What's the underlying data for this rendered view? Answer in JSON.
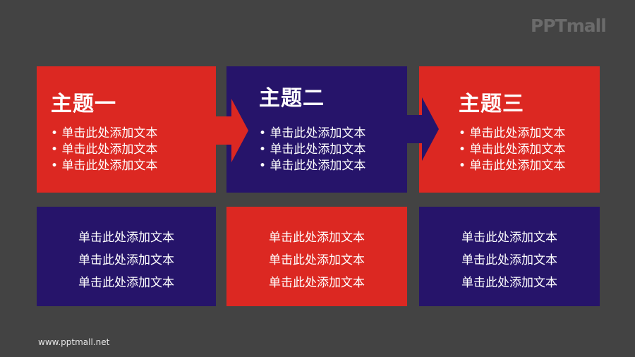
{
  "logo": {
    "text": "PPTmall"
  },
  "colors": {
    "background": "#434343",
    "red": "#dc2822",
    "blue": "#26146a",
    "text": "#ffffff"
  },
  "top_row": [
    {
      "title": "主题一",
      "color": "red",
      "bullets": [
        "单击此处添加文本",
        "单击此处添加文本",
        "单击此处添加文本"
      ]
    },
    {
      "title": "主题二",
      "color": "blue",
      "bullets": [
        "单击此处添加文本",
        "单击此处添加文本",
        "单击此处添加文本"
      ]
    },
    {
      "title": "主题三",
      "color": "red",
      "bullets": [
        "单击此处添加文本",
        "单击此处添加文本",
        "单击此处添加文本"
      ]
    }
  ],
  "bottom_row": [
    {
      "color": "blue",
      "lines": [
        "单击此处添加文本",
        "单击此处添加文本",
        "单击此处添加文本"
      ]
    },
    {
      "color": "red",
      "lines": [
        "单击此处添加文本",
        "单击此处添加文本",
        "单击此处添加文本"
      ]
    },
    {
      "color": "blue",
      "lines": [
        "单击此处添加文本",
        "单击此处添加文本",
        "单击此处添加文本"
      ]
    }
  ],
  "footer": {
    "url_text": "www.pptmall.net"
  }
}
